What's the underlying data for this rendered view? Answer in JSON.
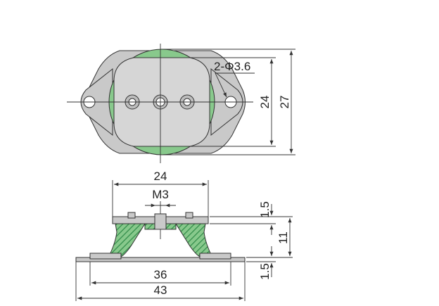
{
  "colors": {
    "metal_fill": "#c9c9c9",
    "metal_light": "#d6d6d6",
    "rubber_fill": "#88c98c",
    "rubber_hatch": "#2f8a48",
    "line": "#333333",
    "background": "#ffffff"
  },
  "top_view": {
    "hole_callout": "2-Φ3.6",
    "inner_height_dim": "24",
    "outer_height_dim": "27"
  },
  "side_view": {
    "top_plate_width_dim": "24",
    "thread_dim": "M3",
    "top_thickness_dim": "1.5",
    "height_dim": "11",
    "base_thickness_dim": "1.5",
    "hole_pitch_dim": "36",
    "overall_width_dim": "43"
  }
}
